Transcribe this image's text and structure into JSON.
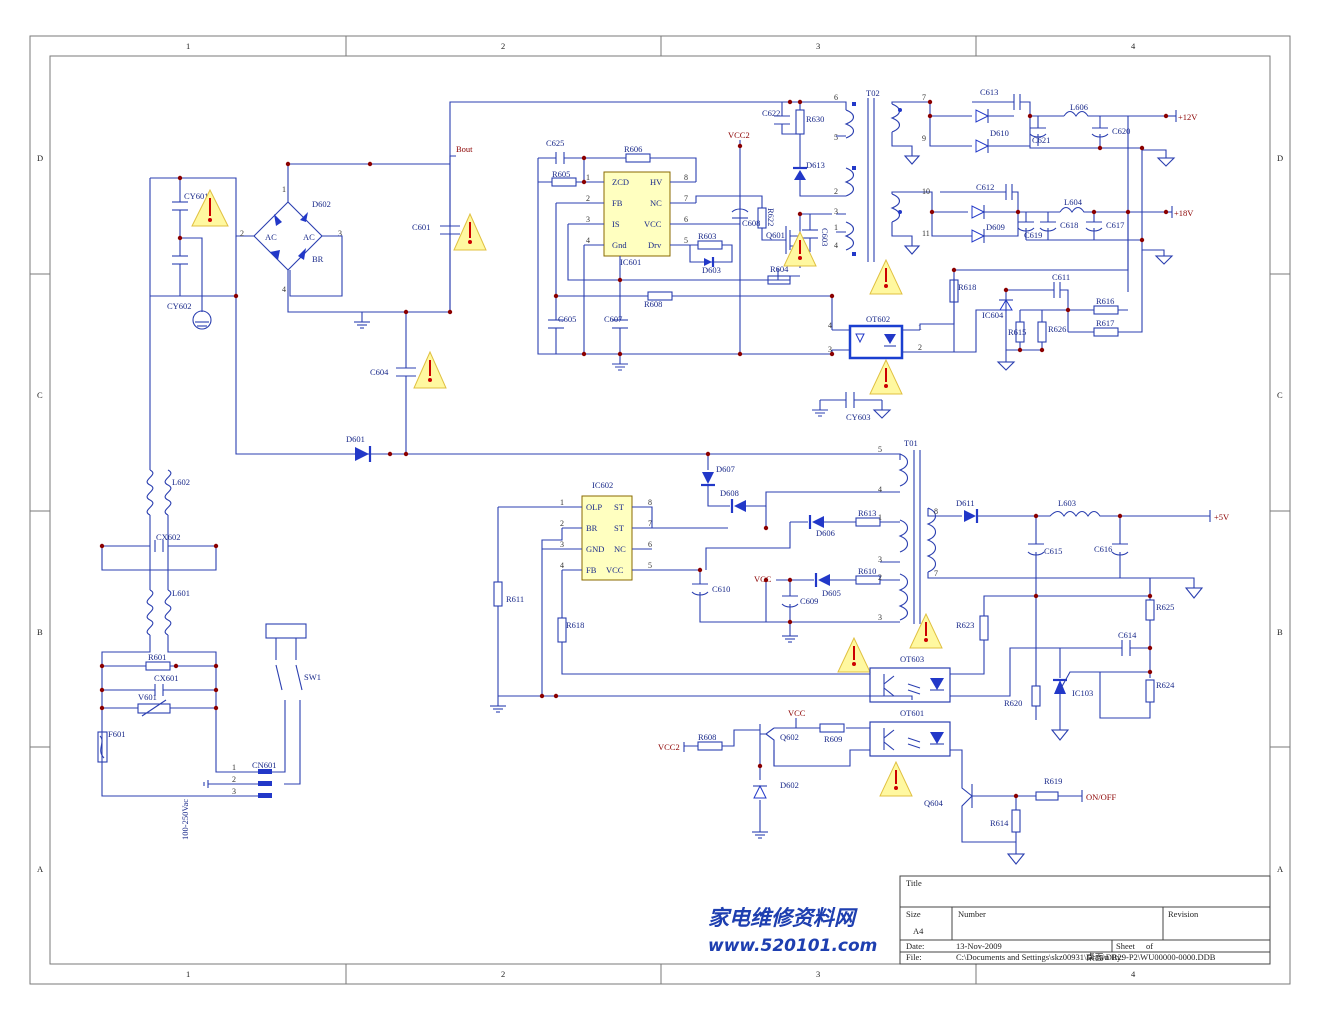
{
  "border": {
    "columns": [
      "1",
      "2",
      "3",
      "4"
    ],
    "rows": [
      "D",
      "C",
      "B",
      "A"
    ]
  },
  "title_block": {
    "title_label": "Title",
    "size_label": "Size",
    "size_value": "A4",
    "number_label": "Number",
    "revision_label": "Revision",
    "date_label": "Date:",
    "date_value": "13-Nov-2009",
    "file_label": "File:",
    "file_value": "C:\\Documents and Settings\\skz00931\\桌面\\DR29-P2\\WU00000-0000.DDB",
    "sheet_label": "Sheet",
    "of_label": "of",
    "drawn_label": "Drawn By:"
  },
  "watermark": {
    "line1": "家电维修资料网",
    "line2": "www.520101.com"
  },
  "nets": {
    "bout": "Bout",
    "vcc2": "VCC2",
    "vcc": "VCC",
    "plus12": "+12V",
    "plus18": "+18V",
    "plus5": "+5V",
    "onoff": "ON/OFF",
    "input": "100-250Vac"
  },
  "ic601": {
    "name": "IC601",
    "left_pins": [
      {
        "num": "1",
        "name": "ZCD"
      },
      {
        "num": "2",
        "name": "FB"
      },
      {
        "num": "3",
        "name": "IS"
      },
      {
        "num": "4",
        "name": "Gnd"
      }
    ],
    "right_pins": [
      {
        "num": "8",
        "name": "HV"
      },
      {
        "num": "7",
        "name": "NC"
      },
      {
        "num": "6",
        "name": "VCC"
      },
      {
        "num": "5",
        "name": "Drv"
      }
    ]
  },
  "ic602": {
    "name": "IC602",
    "left_pins": [
      {
        "num": "1",
        "name": "OLP"
      },
      {
        "num": "2",
        "name": "BR"
      },
      {
        "num": "3",
        "name": "GND"
      },
      {
        "num": "4",
        "name": "FB"
      }
    ],
    "right_pins": [
      {
        "num": "8",
        "name": "ST"
      },
      {
        "num": "7",
        "name": "ST"
      },
      {
        "num": "6",
        "name": "NC"
      },
      {
        "num": "5",
        "name": "VCC"
      }
    ]
  },
  "labels": {
    "CY601": "CY601",
    "CY602": "CY602",
    "D602": "D602",
    "BR": "BR",
    "AC1": "AC",
    "AC2": "AC",
    "C601": "C601",
    "C604": "C604",
    "D601": "D601",
    "L602": "L602",
    "CX602": "CX602",
    "L601": "L601",
    "R601": "R601",
    "CX601": "CX601",
    "V601": "V601",
    "F601": "F601",
    "CN601": "CN601",
    "SW1": "SW1",
    "C625": "C625",
    "R605": "R605",
    "R606": "R606",
    "C605": "C605",
    "C607": "C607",
    "R608": "R608",
    "C608": "C608",
    "R622": "R622",
    "Q601": "Q601",
    "R603": "R603",
    "D603": "D603",
    "R604": "R604",
    "C622": "C622",
    "R630": "R630",
    "D613": "D613",
    "C603": "C603",
    "T02": "T02",
    "C613": "C613",
    "D610": "D610",
    "C621": "C621",
    "L606": "L606",
    "C620": "C620",
    "C612": "C612",
    "D609": "D609",
    "C619": "C619",
    "C618": "C618",
    "L604": "L604",
    "C617": "C617",
    "R618a": "R618",
    "C611": "C611",
    "IC604": "IC604",
    "R615": "R615",
    "R626": "R626",
    "R616": "R616",
    "R617": "R617",
    "OT602": "OT602",
    "CY603": "CY603",
    "T01": "T01",
    "D607": "D607",
    "D608": "D608",
    "R613": "R613",
    "D606": "D606",
    "R610": "R610",
    "D605": "D605",
    "C609": "C609",
    "C610": "C610",
    "R611": "R611",
    "R618b": "R618",
    "D611": "D611",
    "L603": "L603",
    "C615": "C615",
    "C616": "C616",
    "R625": "R625",
    "R623": "R623",
    "C614": "C614",
    "OT603": "OT603",
    "R624": "R624",
    "IC103": "IC103",
    "R620": "R620",
    "OT601": "OT601",
    "R608b": "R608",
    "Q602": "Q602",
    "R609": "R609",
    "D602b": "D602",
    "Q604": "Q604",
    "R619": "R619",
    "R614": "R614"
  },
  "pins": {
    "br": [
      "2",
      "1",
      "3",
      "4"
    ],
    "t02": [
      "6",
      "5",
      "2",
      "3",
      "1",
      "4"
    ],
    "t02s": [
      "7",
      "9",
      "10",
      "11"
    ],
    "t01": [
      "5",
      "4",
      "1",
      "3",
      "2",
      "3"
    ],
    "t01s": [
      "8",
      "7"
    ],
    "ot": [
      "4",
      "3",
      "1",
      "2"
    ],
    "cn": [
      "1",
      "2",
      "3"
    ],
    "q": [
      "5"
    ]
  }
}
